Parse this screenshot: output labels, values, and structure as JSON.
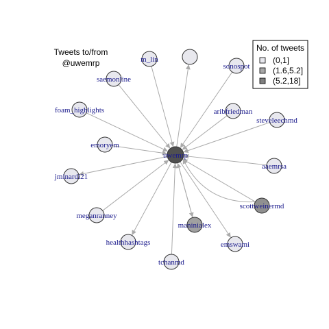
{
  "title": {
    "line1": "Tweets to/from",
    "line2": "@uwemrp"
  },
  "legend": {
    "title": "No. of tweets",
    "items": [
      {
        "label": "(0,1]",
        "color": "#e8e8ee"
      },
      {
        "label": "(1.6,5.2]",
        "color": "#a8a8a8"
      },
      {
        "label": "(5.2,18]",
        "color": "#808080"
      }
    ]
  },
  "colors": {
    "edge": "#aaaaaa",
    "arrow": "#aaaaaa",
    "label": "#1a1a8c",
    "node_stroke": "#333333"
  },
  "graph": {
    "center": "uwemrp",
    "nodes": [
      {
        "id": "uwemrp",
        "label": "uwemrp",
        "bin": "(5.2,18]",
        "color": "#505050"
      },
      {
        "id": "m_lin",
        "label": "m_lin",
        "bin": "(0,1]",
        "color": "#e8e8ee"
      },
      {
        "id": "unlabeled",
        "label": "",
        "bin": "(0,1]",
        "color": "#e8e8ee"
      },
      {
        "id": "sonospot",
        "label": "sonospot",
        "bin": "(0,1]",
        "color": "#e8e8ee"
      },
      {
        "id": "saemonline",
        "label": "saemonline",
        "bin": "(0,1]",
        "color": "#e8e8ee"
      },
      {
        "id": "foam_highlights",
        "label": "foam_highlights",
        "bin": "(0,1]",
        "color": "#e8e8ee"
      },
      {
        "id": "aribfriedman",
        "label": "aribfriedman",
        "bin": "(0,1]",
        "color": "#e8e8ee"
      },
      {
        "id": "steveleechmd",
        "label": "steveleechmd",
        "bin": "(0,1]",
        "color": "#e8e8ee"
      },
      {
        "id": "emoryem",
        "label": "emoryem",
        "bin": "(0,1]",
        "color": "#e8e8ee"
      },
      {
        "id": "jminardi21",
        "label": "jminardi21",
        "bin": "(0,1]",
        "color": "#e8e8ee"
      },
      {
        "id": "aaemrsa",
        "label": "aaemrsa",
        "bin": "(0,1]",
        "color": "#e8e8ee"
      },
      {
        "id": "scottweinermd",
        "label": "scottweinermd",
        "bin": "(1.6,5.2]",
        "color": "#909090"
      },
      {
        "id": "meganranney",
        "label": "meganranney",
        "bin": "(0,1]",
        "color": "#e8e8ee"
      },
      {
        "id": "maninialex",
        "label": "maninialex",
        "bin": "(1.6,5.2]",
        "color": "#a0a0a0"
      },
      {
        "id": "healthhashtags",
        "label": "healthhashtags",
        "bin": "(0,1]",
        "color": "#e8e8ee"
      },
      {
        "id": "emswami",
        "label": "emswami",
        "bin": "(0,1]",
        "color": "#e8e8ee"
      },
      {
        "id": "tchanmd",
        "label": "tchanmd",
        "bin": "(0,1]",
        "color": "#e8e8ee"
      }
    ],
    "edges": [
      {
        "from": "m_lin",
        "to": "uwemrp"
      },
      {
        "from": "uwemrp",
        "to": "unlabeled"
      },
      {
        "from": "sonospot",
        "to": "uwemrp"
      },
      {
        "from": "saemonline",
        "to": "uwemrp"
      },
      {
        "from": "foam_highlights",
        "to": "uwemrp"
      },
      {
        "from": "aribfriedman",
        "to": "uwemrp"
      },
      {
        "from": "steveleechmd",
        "to": "uwemrp"
      },
      {
        "from": "emoryem",
        "to": "uwemrp"
      },
      {
        "from": "uwemrp",
        "to": "jminardi21"
      },
      {
        "from": "aaemrsa",
        "to": "uwemrp"
      },
      {
        "from": "scottweinermd",
        "to": "uwemrp"
      },
      {
        "from": "scottweinermd",
        "to": "uwemrp",
        "curved": true
      },
      {
        "from": "meganranney",
        "to": "uwemrp"
      },
      {
        "from": "uwemrp",
        "to": "maninialex"
      },
      {
        "from": "maninialex",
        "to": "uwemrp"
      },
      {
        "from": "uwemrp",
        "to": "healthhashtags"
      },
      {
        "from": "uwemrp",
        "to": "emswami"
      },
      {
        "from": "tchanmd",
        "to": "uwemrp"
      }
    ]
  }
}
